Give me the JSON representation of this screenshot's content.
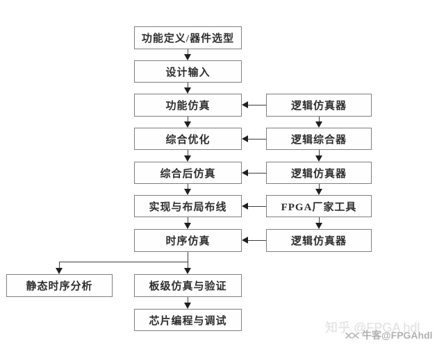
{
  "flow": {
    "main": [
      "功能定义/器件选型",
      "设计输入",
      "功能仿真",
      "综合优化",
      "综合后仿真",
      "实现与布局布线",
      "时序仿真",
      "板级仿真与验证",
      "芯片编程与调试"
    ],
    "branch": "静态时序分析",
    "tools": [
      "逻辑仿真器",
      "逻辑综合器",
      "逻辑仿真器",
      "FPGA厂家工具",
      "逻辑仿真器"
    ]
  },
  "watermarks": {
    "zhihu": "知乎 @FPGA hdl",
    "nowcoder": "牛客@FPGAhdl"
  },
  "colors": {
    "box_border": "#7e7e7e",
    "line": "#3c3c3c",
    "text": "#2e2e2e",
    "watermark_light": "#e2e2e2",
    "watermark_gray": "#b0b0b0"
  }
}
